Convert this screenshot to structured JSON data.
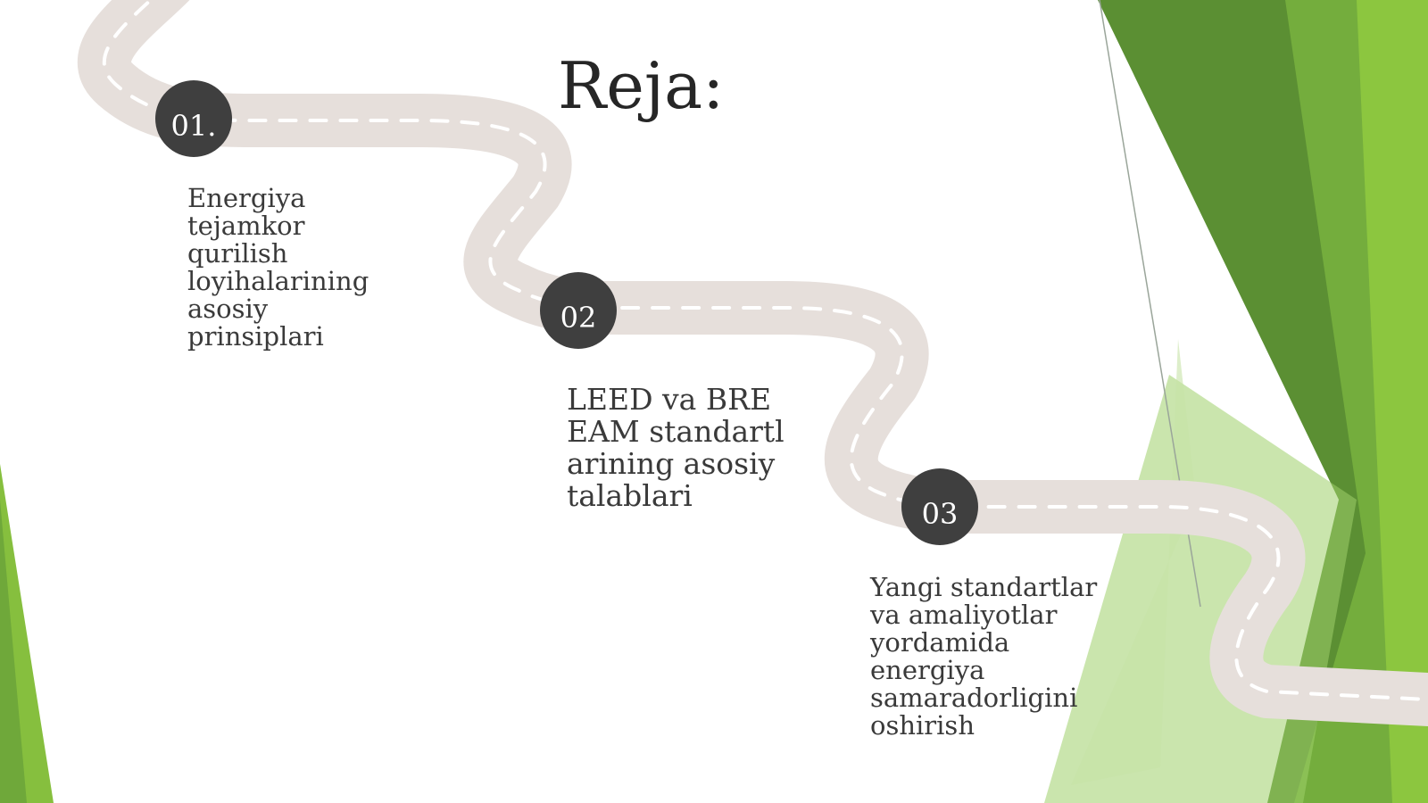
{
  "slide": {
    "title": "Reja:",
    "steps": [
      {
        "number": "01.",
        "text": "Energiya tejamkor qurilish loyihalarining asosiy prinsiplari"
      },
      {
        "number": "02",
        "text": "LEED va BREEAM standartlarining asosiy talablari"
      },
      {
        "number": "03",
        "text": "Yangi standartlar va amaliyotlar yordamida energiya samaradorligini oshirish"
      }
    ]
  },
  "colors": {
    "road": "#e6dfdb",
    "road_dash": "#ffffff",
    "marker": "#3f3f3f",
    "green_dark": "#5a8c32",
    "green_mid": "#6fa83a",
    "green_light": "#8cc63f",
    "text": "#3a3a3a"
  },
  "icons": {
    "road": "winding-road-icon"
  }
}
